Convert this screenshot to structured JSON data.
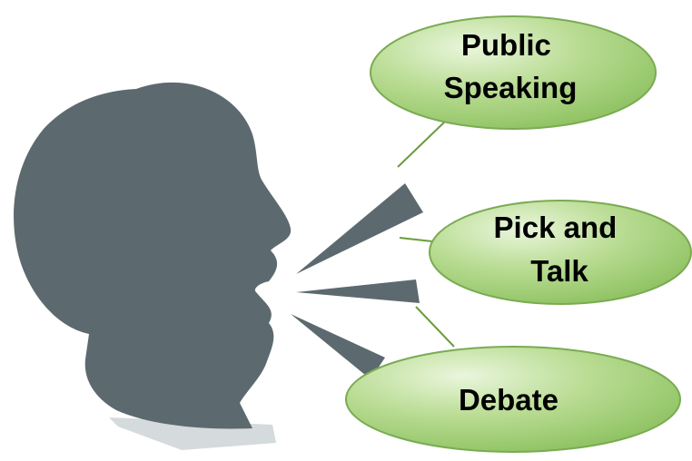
{
  "bubbles": [
    {
      "id": "public-speaking",
      "lines": [
        "Public",
        "Speaking"
      ]
    },
    {
      "id": "pick-and-talk",
      "lines": [
        "Pick and",
        "Talk"
      ]
    },
    {
      "id": "debate",
      "lines": [
        "Debate"
      ]
    }
  ],
  "colors": {
    "head": "#5c6a70",
    "bubble_fill_light": "#d6ebbd",
    "bubble_fill_dark": "#8dc35f",
    "bubble_stroke": "#7aab52",
    "connector": "#6a9d3c",
    "shadow": "#c9cfd2"
  }
}
